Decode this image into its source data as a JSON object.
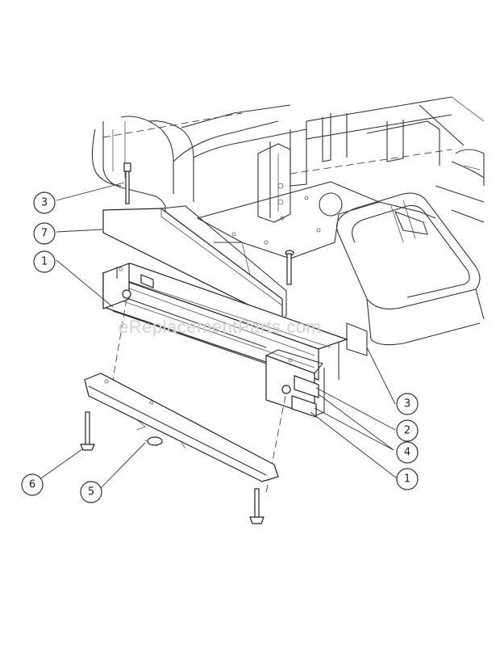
{
  "watermark": "eReplacementParts.com",
  "callouts": [
    {
      "id": "c1",
      "label": "3"
    },
    {
      "id": "c2",
      "label": "7"
    },
    {
      "id": "c3",
      "label": "1"
    },
    {
      "id": "c4",
      "label": "3"
    },
    {
      "id": "c5",
      "label": "2"
    },
    {
      "id": "c6",
      "label": "4"
    },
    {
      "id": "c7",
      "label": "1"
    },
    {
      "id": "c8",
      "label": "6"
    },
    {
      "id": "c9",
      "label": "5"
    }
  ]
}
